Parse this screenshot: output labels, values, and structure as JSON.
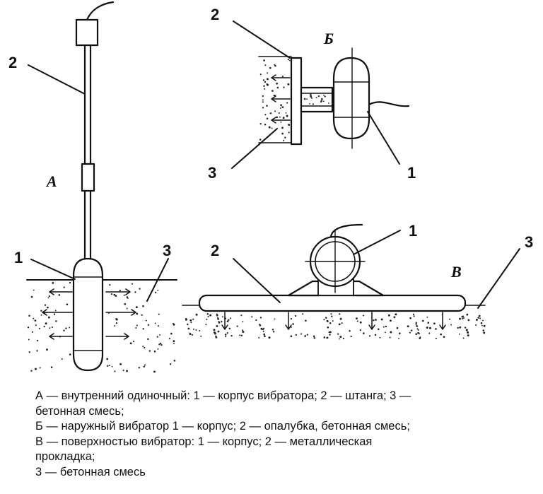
{
  "labels": {
    "a": {
      "letter": "А",
      "n1": "1",
      "n2": "2",
      "n3": "3"
    },
    "b": {
      "letter": "Б",
      "n1": "1",
      "n2": "2",
      "n3": "3"
    },
    "c": {
      "letter": "В",
      "n1": "1",
      "n2": "2",
      "n3": "3"
    }
  },
  "caption": {
    "lines": [
      "А — внутренний одиночный: 1 — корпус вибратора; 2 — штанга; 3 —",
      "бетонная смесь;",
      "Б — наружный вибратор 1 — корпус; 2 — опалубка, бетонная смесь;",
      "В — поверхностью вибратор: 1 — корпус; 2 — металлическая",
      "прокладка;",
      "3 — бетонная смесь"
    ]
  }
}
